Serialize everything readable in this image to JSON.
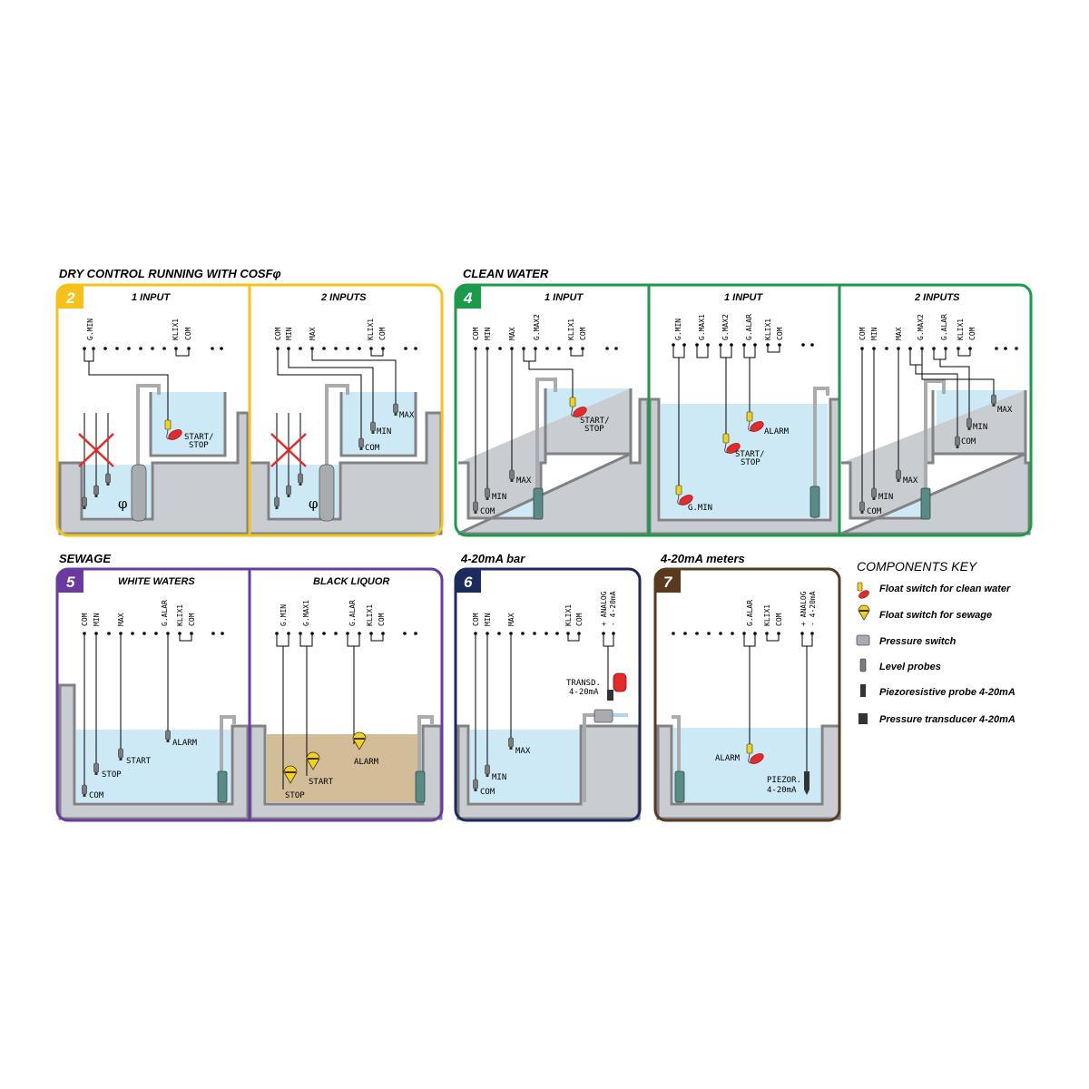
{
  "titles": {
    "dry_prefix": "DRY CONTROL RUNNING WIT",
    "dry_suffix": "H COSFφ",
    "clean": "CLEAN WATER",
    "sewage": "SEWAGE",
    "bar": "4-20mA bar",
    "meters": "4-20mA meters",
    "key": "COMPONENTS KEY"
  },
  "colors": {
    "dry": "#f6c21a",
    "clean": "#1a9a4a",
    "sewage": "#6a3aa0",
    "bar": "#1c2a5e",
    "meters": "#5a3a1e",
    "water": "#cde9f6",
    "sludge": "#d3bc98",
    "ground": "#c9ccd0",
    "float_clean": "#e32b2b",
    "float_sewage": "#f3d31a"
  },
  "badges": {
    "dry": "2",
    "clean": "4",
    "sewage": "5",
    "bar": "6",
    "meters": "7"
  },
  "panels": {
    "dry_1": {
      "title": "1 INPUT",
      "terminals": [
        "G.MIN",
        "KLIX1",
        "COM"
      ],
      "labels": {
        "start_stop": "START/\nSTOP",
        "phi": "φ"
      }
    },
    "dry_2": {
      "title": "2 INPUTS",
      "terminals": [
        "COM",
        "MIN",
        "MAX",
        "KLIX1",
        "COM"
      ],
      "labels": {
        "max": "MAX",
        "min": "MIN",
        "com": "COM",
        "phi": "φ"
      }
    },
    "clean_1": {
      "title": "1 INPUT",
      "terminals": [
        "COM",
        "MIN",
        "MAX",
        "G.MAX2",
        "KLIX1",
        "COM"
      ],
      "labels": {
        "start": "START/",
        "stop": "STOP",
        "max": "MAX",
        "min": "MIN",
        "com": "COM"
      }
    },
    "clean_2": {
      "title": "1 INPUT",
      "terminals": [
        "G.MIN",
        "G.MAX1",
        "G.MAX2",
        "G.ALAR",
        "KLIX1",
        "COM"
      ],
      "labels": {
        "alarm": "ALARM",
        "start": "START/",
        "stop": "STOP",
        "gmin": "G.MIN"
      }
    },
    "clean_3": {
      "title": "2 INPUTS",
      "terminals": [
        "COM",
        "MIN",
        "MAX",
        "G.MAX2",
        "G.ALAR",
        "KLIX1",
        "COM"
      ],
      "labels": {
        "max_up": "MAX",
        "min_up": "MIN",
        "com_up": "COM",
        "max": "MAX",
        "min": "MIN",
        "com": "COM"
      }
    },
    "sew_1": {
      "title": "WHITE WATERS",
      "terminals": [
        "COM",
        "MIN",
        "MAX",
        "G.ALAR",
        "KLIX1",
        "COM"
      ],
      "labels": {
        "alarm": "ALARM",
        "start": "START",
        "stop": "STOP",
        "com": "COM"
      }
    },
    "sew_2": {
      "title": "BLACK LIQUOR",
      "terminals": [
        "G.MIN",
        "G.MAX1",
        "G.ALAR",
        "KLIX1",
        "COM"
      ],
      "labels": {
        "alarm": "ALARM",
        "start": "START",
        "stop": "STOP"
      }
    },
    "bar": {
      "terminals": [
        "COM",
        "MIN",
        "MAX",
        "KLIX1",
        "COM",
        "+ ANALOG",
        "- 4-20mA"
      ],
      "labels": {
        "transd": "TRANSD.",
        "transd2": "4-20mA",
        "max": "MAX",
        "min": "MIN",
        "com": "COM"
      }
    },
    "meters": {
      "terminals": [
        "G.ALAR",
        "KLIX1",
        "COM",
        "+ ANALOG",
        "- 4-20mA"
      ],
      "labels": {
        "alarm": "ALARM",
        "piezo": "PIEZOR.",
        "piezo2": "4-20mA"
      }
    }
  },
  "key_items": [
    "Float switch for clean water",
    "Float switch for sewage",
    "Pressure switch",
    "Level probes",
    "Piezoresistive probe 4-20mA",
    "Pressure transducer 4-20mA"
  ]
}
